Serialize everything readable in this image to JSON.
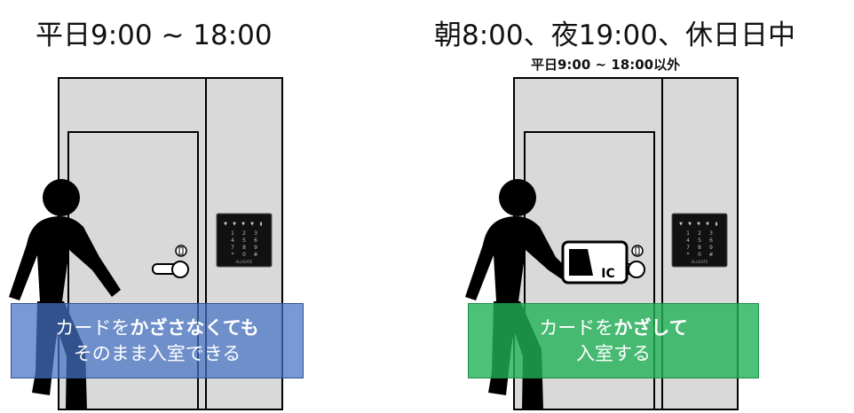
{
  "left_panel": {
    "title": "平日9:00 ~ 18:00",
    "caption": {
      "line1_normal": "カードを",
      "line1_bold": "かざさなくても",
      "line2": "そのまま入室できる"
    },
    "caption_color": "#4472c4"
  },
  "right_panel": {
    "title": "朝8:00、夜19:00、休日日中",
    "subtitle": "平日9:00 ~ 18:00以外",
    "card_label": "IC",
    "caption": {
      "line1_normal": "カードを",
      "line1_bold": "かざして",
      "line2": "入室する"
    },
    "caption_color": "#22b156"
  },
  "keypad": {
    "brand": "ALLIGATE",
    "keys": [
      "1",
      "2",
      "3",
      "4",
      "5",
      "6",
      "7",
      "8",
      "9",
      "*",
      "0",
      "#"
    ]
  },
  "colors": {
    "door": "#d9d9d9",
    "outline": "#000000",
    "person": "#000000",
    "keypad_bg": "#111111"
  }
}
